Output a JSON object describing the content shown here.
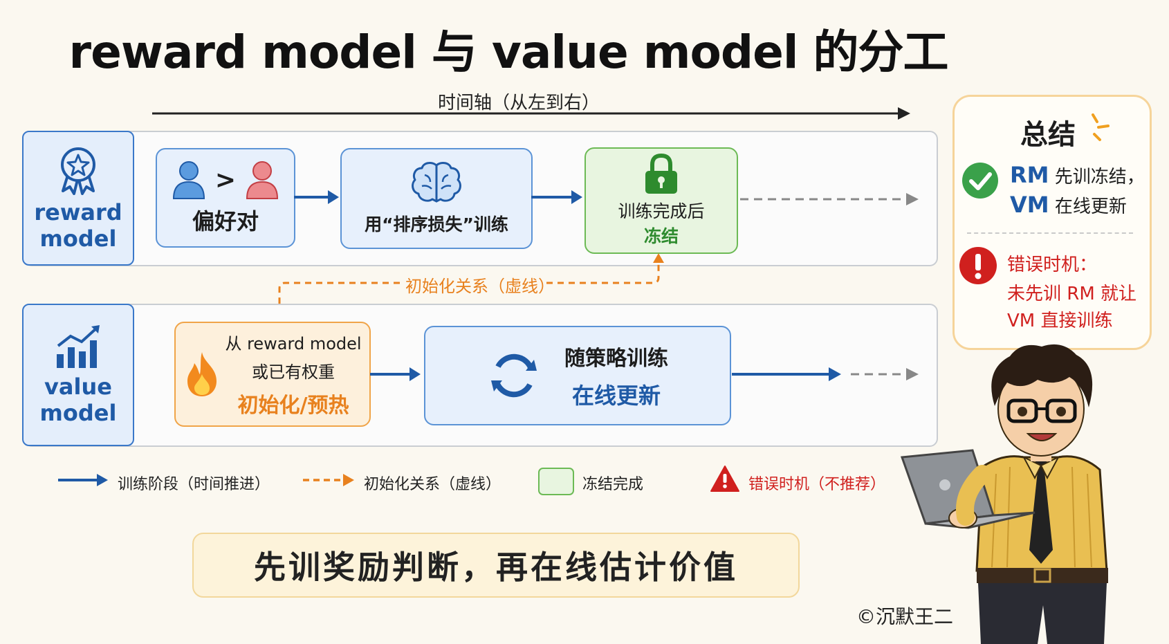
{
  "title": "reward model 与 value model 的分工",
  "timeline": {
    "label": "时间轴（从左到右）"
  },
  "reward_lane": {
    "label_line1": "reward",
    "label_line2": "model",
    "pref_gt": ">",
    "pref_label": "偏好对",
    "rank_label": "用“排序损失”训练",
    "frozen_line1": "训练完成后",
    "frozen_line2": "冻结"
  },
  "init_relation_label": "初始化关系（虚线）",
  "value_lane": {
    "label_line1": "value",
    "label_line2": "model",
    "init_line1": "从 reward model",
    "init_line2": "或已有权重",
    "init_line3": "初始化/预热",
    "update_line1": "随策略训练",
    "update_line2": "在线更新"
  },
  "summary": {
    "title": "总结",
    "ok_rm": "RM",
    "ok_line1_rest": " 先训冻结，",
    "ok_vm": "VM",
    "ok_line2_rest": " 在线更新",
    "err_line1": "错误时机：",
    "err_line2": "未先训 RM 就让",
    "err_line3": "VM 直接训练"
  },
  "legend": {
    "solid": "训练阶段（时间推进）",
    "dashed": "初始化关系（虚线）",
    "frozen": "冻结完成",
    "error": "错误时机（不推荐）"
  },
  "banner": "先训奖励判断，再在线估计价值",
  "credit": "©沉默王二",
  "colors": {
    "blue": "#1f5aa6",
    "orange": "#e8811e",
    "green": "#2e8b2e",
    "red": "#d0201e"
  }
}
